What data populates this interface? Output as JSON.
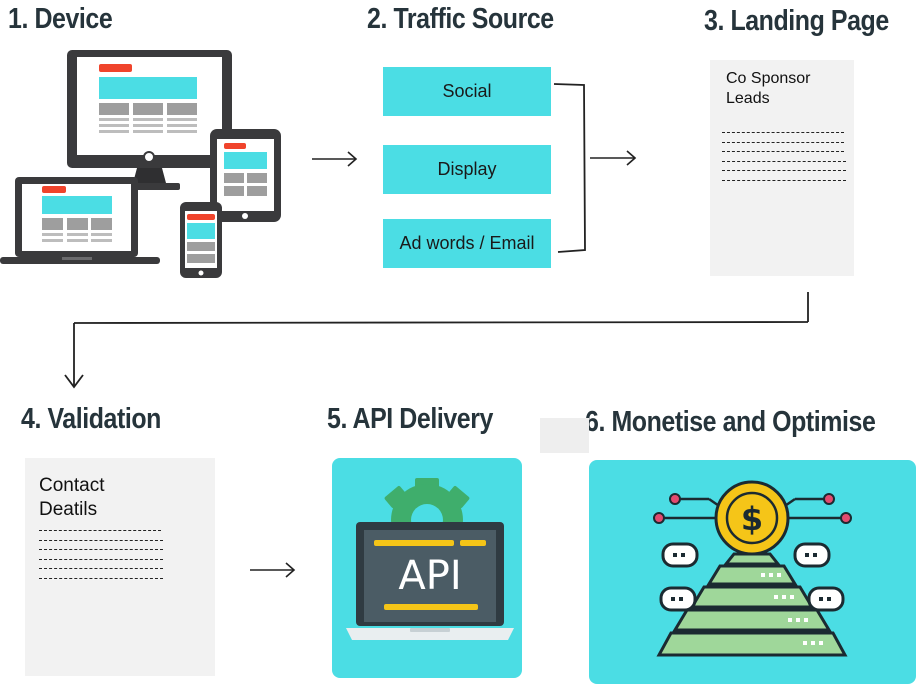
{
  "steps": {
    "device": {
      "title": "1. Device"
    },
    "traffic": {
      "title": "2. Traffic Source",
      "sources": [
        "Social",
        "Display",
        "Ad words / Email"
      ]
    },
    "landing": {
      "title": "3. Landing Page",
      "doc_text": "Co Sponsor\nLeads"
    },
    "validation": {
      "title": "4. Validation",
      "doc_text": "Contact\nDeatils"
    },
    "api": {
      "title": "5. API Delivery",
      "icon_text": "API"
    },
    "monetise": {
      "title": "6. Monetise and Optimise"
    }
  },
  "colors": {
    "accent": "#4bdde4",
    "device_dark": "#3a3a3c",
    "device_red": "#f0442c",
    "device_cyan": "#4bdde4",
    "api_screen": "#4b5c65",
    "api_gear": "#3fae6c",
    "coin": "#f5c518",
    "tier_green": "#9fd79a"
  },
  "icons": [
    "devices-icon",
    "api-laptop-icon",
    "monetise-pyramid-icon"
  ]
}
